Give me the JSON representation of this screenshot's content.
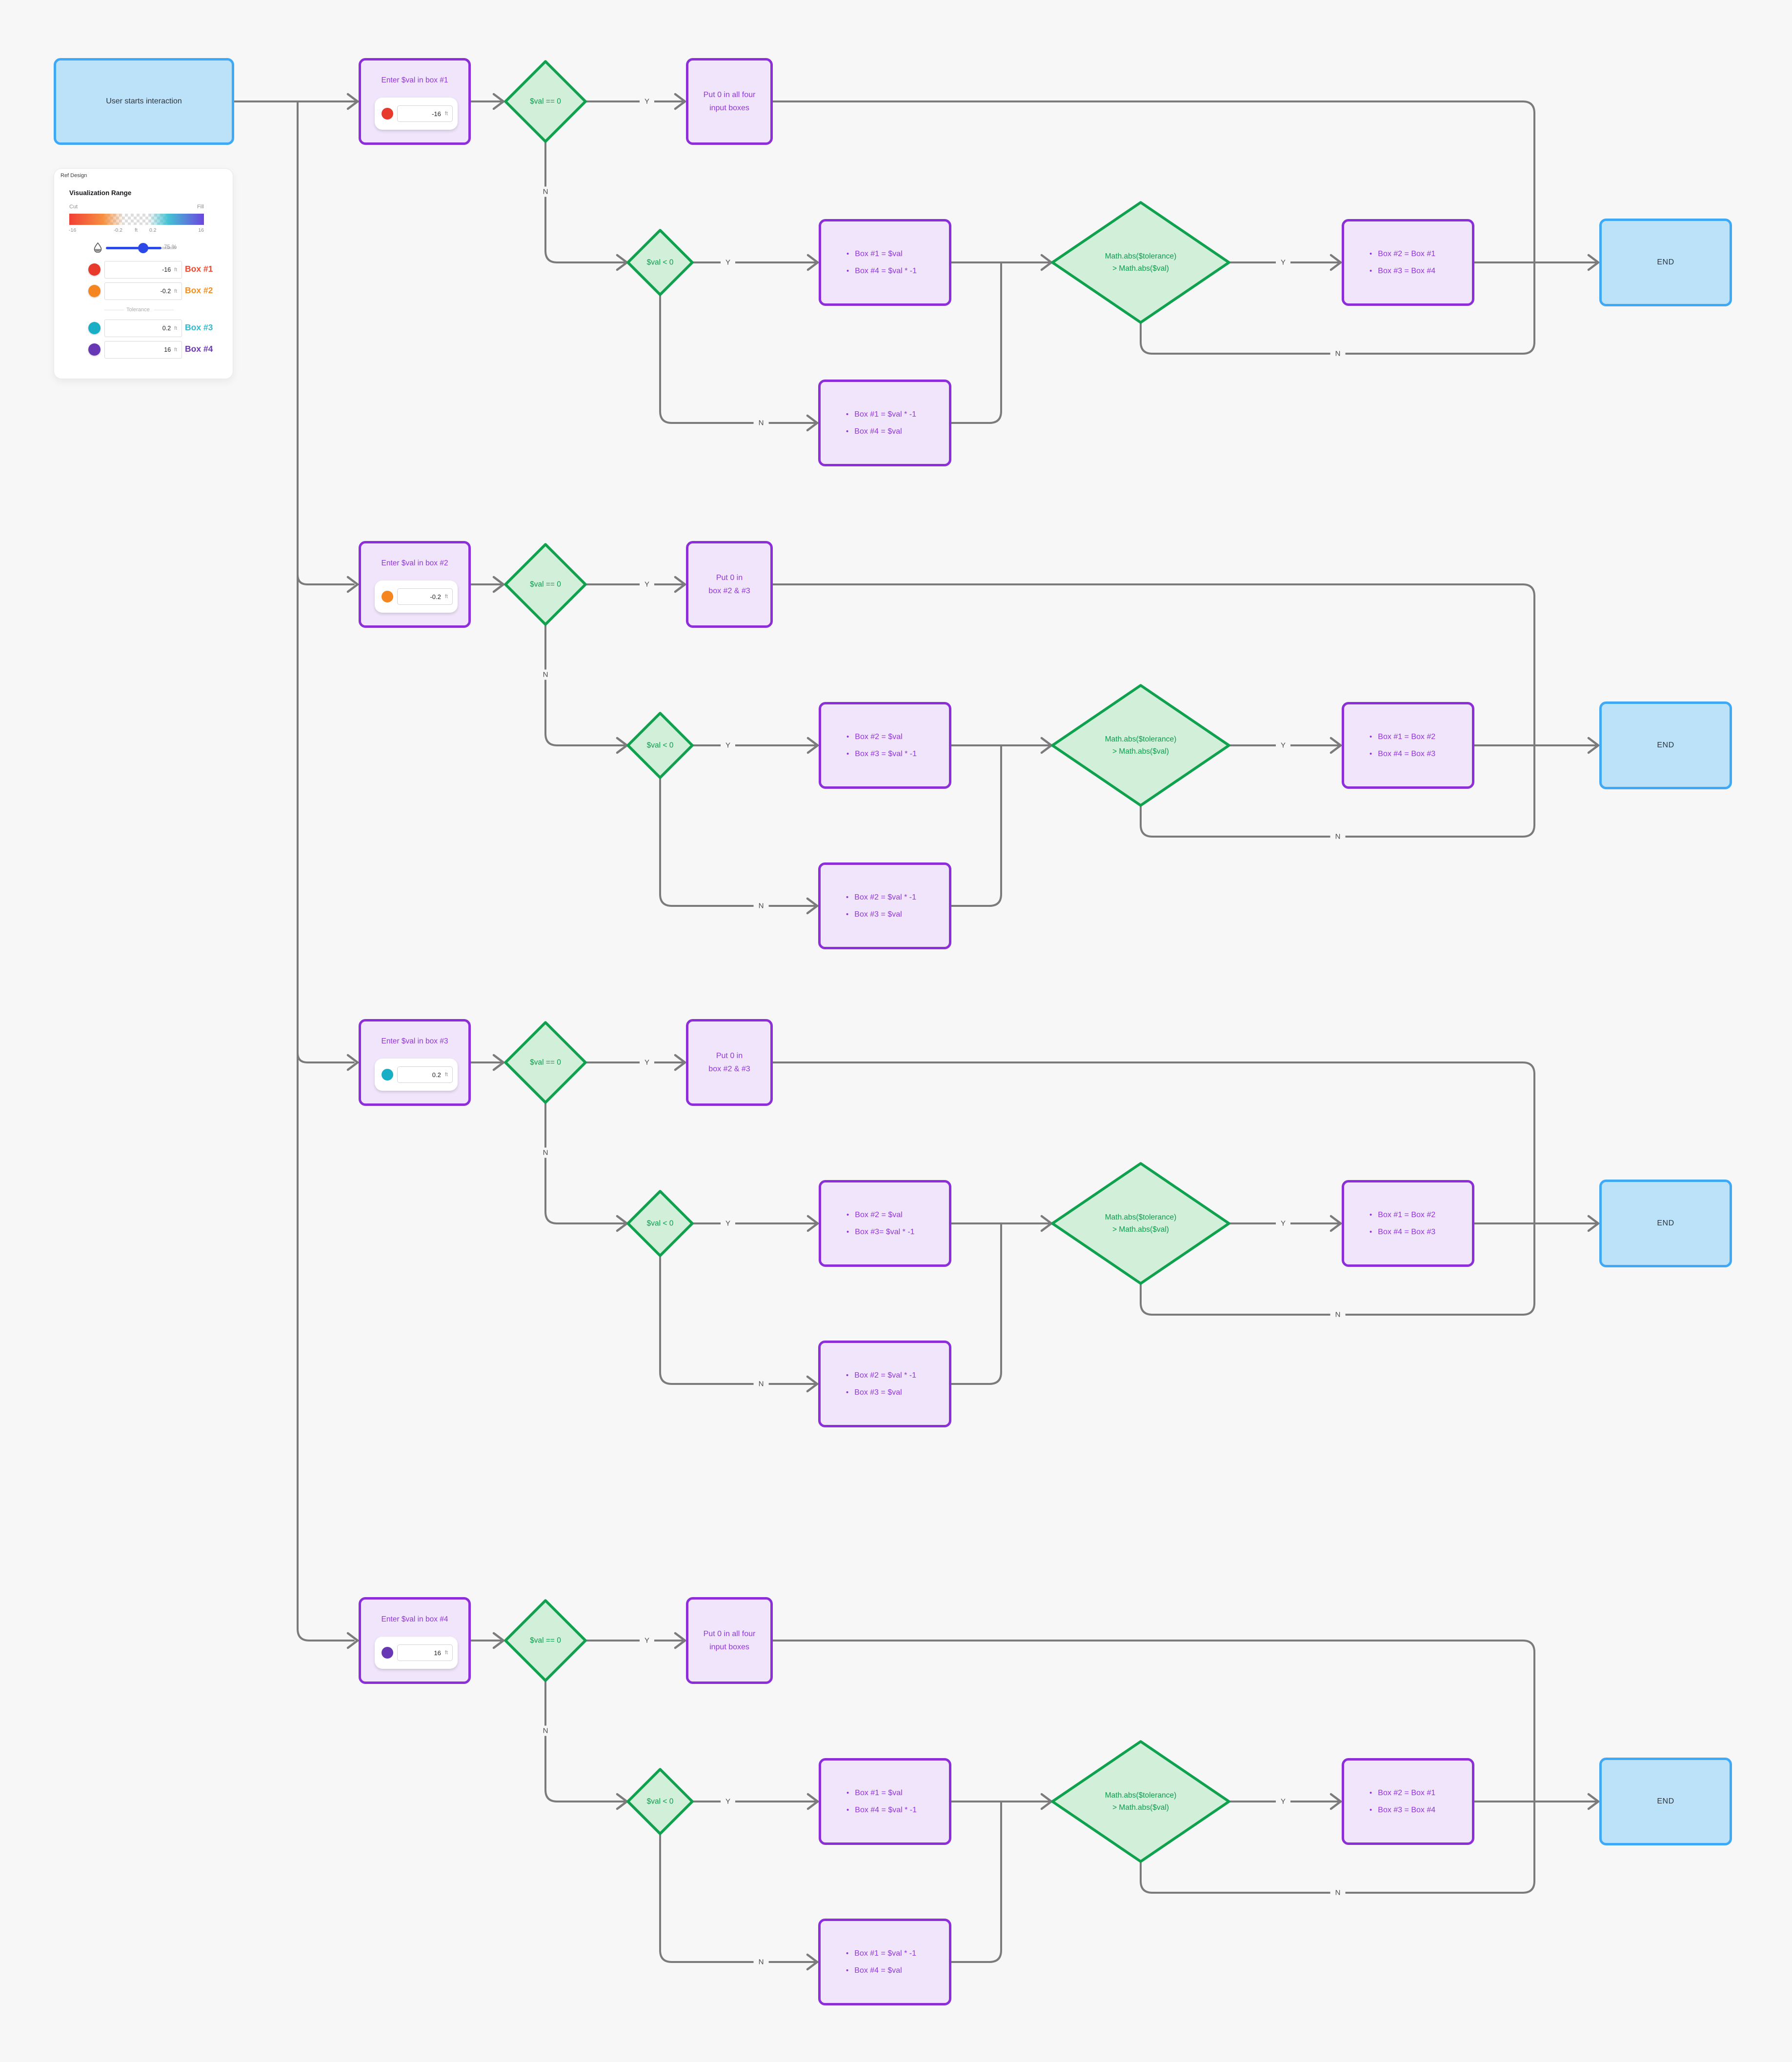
{
  "start": {
    "label": "User starts interaction"
  },
  "labels": {
    "yes": "Y",
    "no": "N",
    "end": "END"
  },
  "legend": {
    "title": "Ref Design",
    "section": "Visualization Range",
    "cut": "Cut",
    "fill": "Fill",
    "scale": [
      "-16",
      "-0.2",
      "ft",
      "0.2",
      "16"
    ],
    "opacity": "75 %",
    "divider": "Tolerance",
    "boxes": [
      {
        "label": "Box #1",
        "value": "-16",
        "unit": "ft",
        "swatch": "#E73A2D",
        "label_color": "#F1492F"
      },
      {
        "label": "Box #2",
        "value": "-0.2",
        "unit": "ft",
        "swatch": "#F5861F",
        "label_color": "#F78E1E"
      },
      {
        "label": "Box #3",
        "value": "0.2",
        "unit": "ft",
        "swatch": "#18AFC6",
        "label_color": "#2FBACF"
      },
      {
        "label": "Box #4",
        "value": "16",
        "unit": "ft",
        "swatch": "#6838B4",
        "label_color": "#6A38B3"
      }
    ]
  },
  "rows": [
    {
      "enter_title": "Enter $val in box #1",
      "input": {
        "swatch": "#E73A2D",
        "value": "-16",
        "unit": "ft"
      },
      "check_zero": "$val == 0",
      "zero_action": [
        "Put 0 in all four",
        "input boxes"
      ],
      "check_neg": "$val < 0",
      "neg_yes": [
        "Box #1 = $val",
        "Box #4 = $val * -1"
      ],
      "neg_no": [
        "Box #1 = $val * -1",
        "Box #4 = $val"
      ],
      "check_tol": [
        "Math.abs($tolerance)",
        "> Math.abs($val)"
      ],
      "tol_yes": [
        "Box #2 = Box #1",
        "Box #3 = Box #4"
      ]
    },
    {
      "enter_title": "Enter $val in box #2",
      "input": {
        "swatch": "#F5861F",
        "value": "-0.2",
        "unit": "ft"
      },
      "check_zero": "$val == 0",
      "zero_action": [
        "Put 0 in",
        "box #2 & #3"
      ],
      "check_neg": "$val < 0",
      "neg_yes": [
        "Box #2 = $val",
        "Box #3 = $val * -1"
      ],
      "neg_no": [
        "Box #2 = $val * -1",
        "Box #3 = $val"
      ],
      "check_tol": [
        "Math.abs($tolerance)",
        "> Math.abs($val)"
      ],
      "tol_yes": [
        "Box #1 = Box #2",
        "Box #4 = Box #3"
      ]
    },
    {
      "enter_title": "Enter $val in box #3",
      "input": {
        "swatch": "#18AFC6",
        "value": "0.2",
        "unit": "ft"
      },
      "check_zero": "$val == 0",
      "zero_action": [
        "Put 0 in",
        "box #2 & #3"
      ],
      "check_neg": "$val < 0",
      "neg_yes": [
        "Box #2 = $val",
        "Box #3= $val * -1"
      ],
      "neg_no": [
        "Box #2 = $val * -1",
        "Box #3 = $val"
      ],
      "check_tol": [
        "Math.abs($tolerance)",
        "> Math.abs($val)"
      ],
      "tol_yes": [
        "Box #1 = Box #2",
        "Box #4 = Box #3"
      ]
    },
    {
      "enter_title": "Enter $val in box #4",
      "input": {
        "swatch": "#6838B4",
        "value": "16",
        "unit": "ft"
      },
      "check_zero": "$val == 0",
      "zero_action": [
        "Put 0 in all four",
        "input boxes"
      ],
      "check_neg": "$val < 0",
      "neg_yes": [
        "Box #1 = $val",
        "Box #4 = $val * -1"
      ],
      "neg_no": [
        "Box #1 = $val * -1",
        "Box #4 = $val"
      ],
      "check_tol": [
        "Math.abs($tolerance)",
        "> Math.abs($val)"
      ],
      "tol_yes": [
        "Box #2 = Box #1",
        "Box #3 = Box #4"
      ]
    }
  ]
}
